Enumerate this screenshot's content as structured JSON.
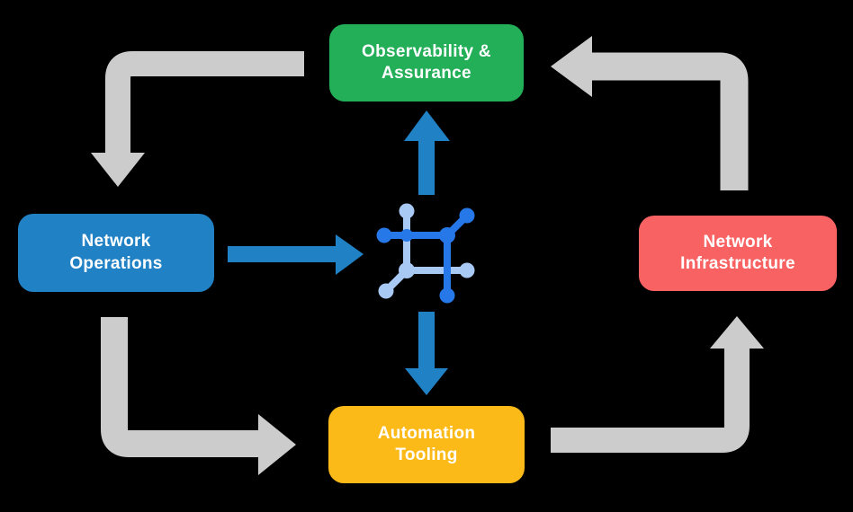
{
  "canvas": {
    "background": "#000000"
  },
  "diagram": {
    "boxes": {
      "observability": {
        "label": "Observability &\nAssurance",
        "color": "#23AE58"
      },
      "operations": {
        "label": "Network\nOperations",
        "color": "#2081C4"
      },
      "infrastructure": {
        "label": "Network\nInfrastructure",
        "color": "#F96262"
      },
      "automation": {
        "label": "Automation\nTooling",
        "color": "#FCBA19"
      }
    },
    "text_color": "#FFFFFF",
    "cycle_arrow_color": "#CCCCCC",
    "hub_arrow_color": "#2081C4",
    "center_icon": {
      "name": "network-hub-icon",
      "dark": "#2678E8",
      "light": "#A8C9F4"
    }
  }
}
